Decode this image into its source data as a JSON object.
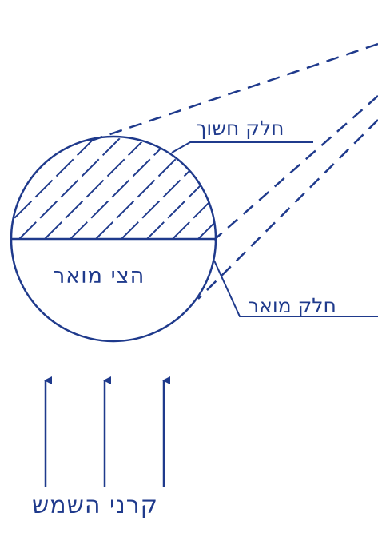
{
  "labels": {
    "dark_part": "חלק חשוך",
    "half_lit": "הצי מואר",
    "lit_part": "חלק מואר",
    "sun_rays": "קרני השמש"
  },
  "colors": {
    "ink": "#1f3a8c",
    "background": "#ffffff"
  }
}
